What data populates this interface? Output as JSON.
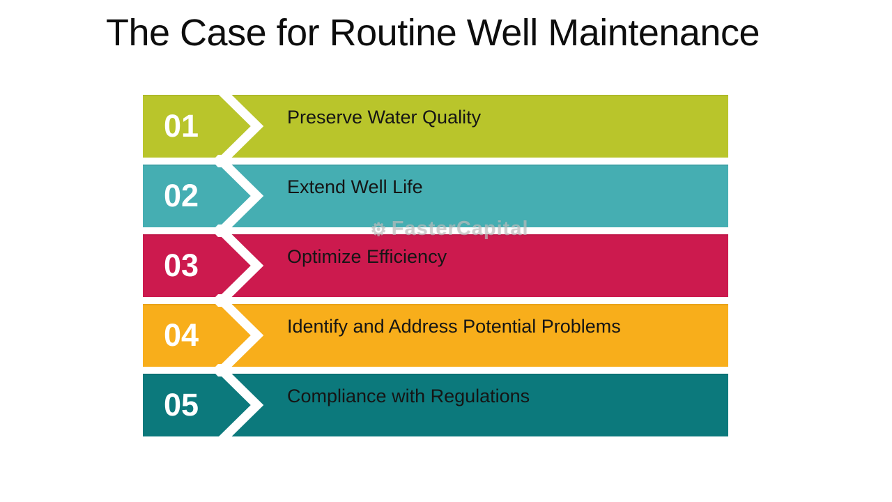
{
  "title": "The Case for Routine Well Maintenance",
  "watermark": {
    "icon": "gear-icon",
    "text": "FasterCapital"
  },
  "list": {
    "items": [
      {
        "number": "01",
        "label": "Preserve Water Quality",
        "color": "#B9C52B"
      },
      {
        "number": "02",
        "label": "Extend Well Life",
        "color": "#45AEB2"
      },
      {
        "number": "03",
        "label": "Optimize Efficiency",
        "color": "#CC1A4E"
      },
      {
        "number": "04",
        "label": "Identify and Address Potential Problems",
        "color": "#F8AE1B"
      },
      {
        "number": "05",
        "label": "Compliance with Regulations",
        "color": "#0C797C"
      }
    ]
  }
}
